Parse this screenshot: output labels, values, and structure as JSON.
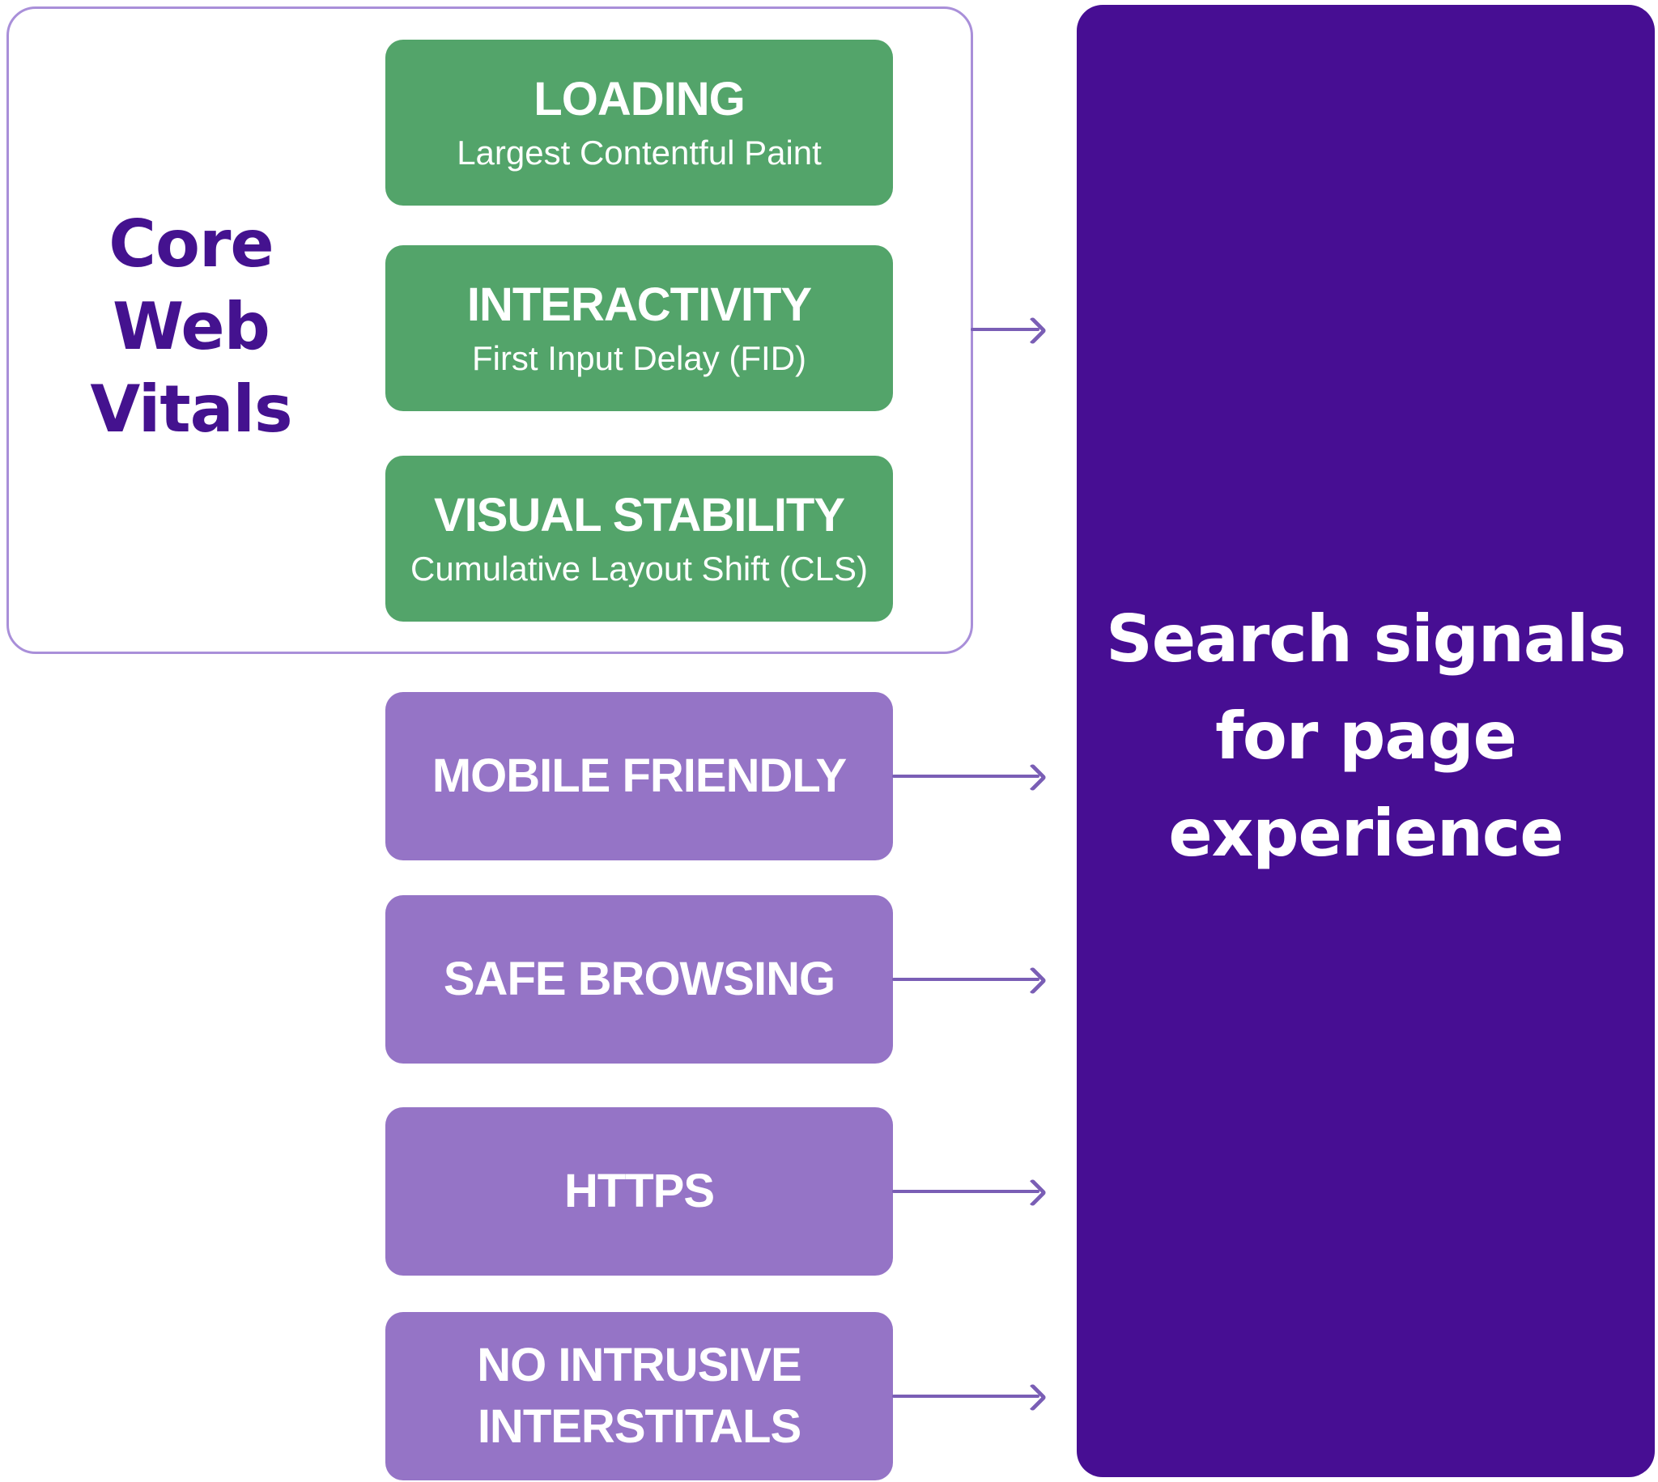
{
  "colors": {
    "green": "#53a46a",
    "lilac": "#9574c6",
    "violet": "#470e93",
    "label_violet": "#44128f",
    "border_lilac": "#a98fd9",
    "arrow": "#7a5eb5",
    "text_on_green": "#ffffff",
    "text_on_lilac": "#ffffff",
    "text_on_violet": "#ffffff"
  },
  "core_web_vitals": {
    "title": {
      "line1": "Core",
      "line2": "Web",
      "line3": "Vitals"
    },
    "vitals": [
      {
        "title": "LOADING",
        "subtitle": "Largest Contentful Paint"
      },
      {
        "title": "INTERACTIVITY",
        "subtitle": "First Input Delay (FID)"
      },
      {
        "title": "VISUAL STABILITY",
        "subtitle": "Cumulative Layout Shift (CLS)"
      }
    ]
  },
  "signals": [
    {
      "label": "MOBILE FRIENDLY"
    },
    {
      "label": "SAFE BROWSING"
    },
    {
      "label": "HTTPS"
    },
    {
      "line1": "NO INTRUSIVE",
      "line2": "INTERSTITALS"
    }
  ],
  "result_panel": {
    "title_line1": "Search signals",
    "title_line2": "for page",
    "title_line3": "experience"
  }
}
